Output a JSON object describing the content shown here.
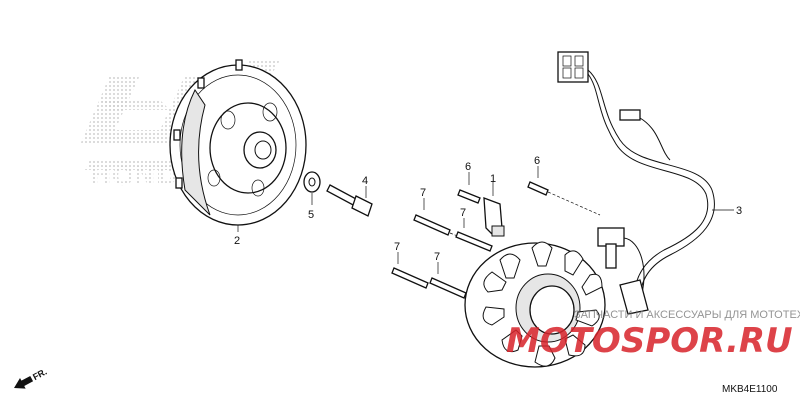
{
  "callouts": [
    {
      "label": "1"
    },
    {
      "label": "2"
    },
    {
      "label": "3"
    },
    {
      "label": "4"
    },
    {
      "label": "5"
    },
    {
      "label": "6"
    },
    {
      "label": "6"
    },
    {
      "label": "7"
    },
    {
      "label": "7"
    },
    {
      "label": "7"
    },
    {
      "label": "7"
    }
  ],
  "diagram_code": "MKB4E1100",
  "front_marker": "FR.",
  "background_logo": "HONDA",
  "watermark": {
    "text": "ЗАПЧАСТИ И АКСЕССУАРЫ ДЛЯ МОТОТЕХНИКИ",
    "logo": "MOTOSPOR.RU"
  },
  "colors": {
    "line": "#111111",
    "watermark_red": "#d8232a",
    "watermark_gray": "#7a7a7a"
  }
}
